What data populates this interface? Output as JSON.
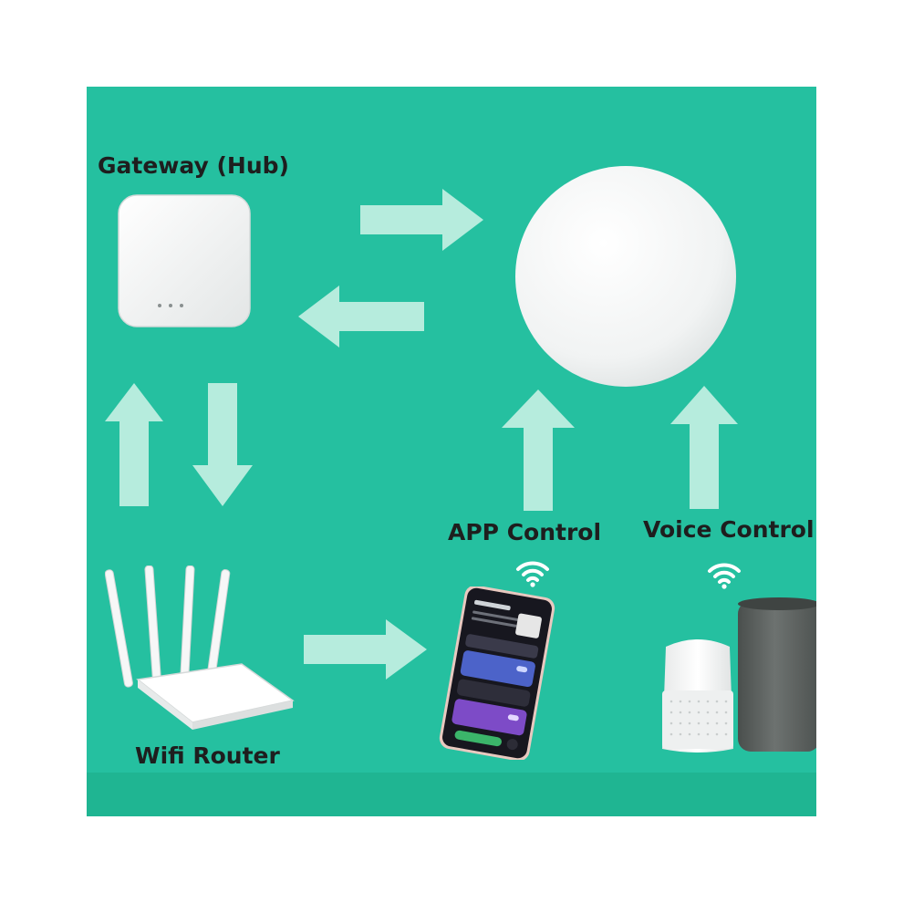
{
  "labels": {
    "gateway": "Gateway (Hub)",
    "app_control": "APP Control",
    "voice_control": "Voice Control",
    "wifi_router": "Wifi Router"
  },
  "colors": {
    "background": "#25c0a0",
    "arrow": "#b6ecdd",
    "device_white": "#f4f5f5",
    "phone_dark": "#1c1c24",
    "speaker_gray": "#5d6260",
    "text": "#1e1e1e"
  },
  "icons": [
    "gateway-hub-device",
    "round-sensor-device",
    "wifi-router-device",
    "smartphone-app",
    "smart-speaker-white",
    "smart-speaker-gray",
    "wifi-icon"
  ]
}
